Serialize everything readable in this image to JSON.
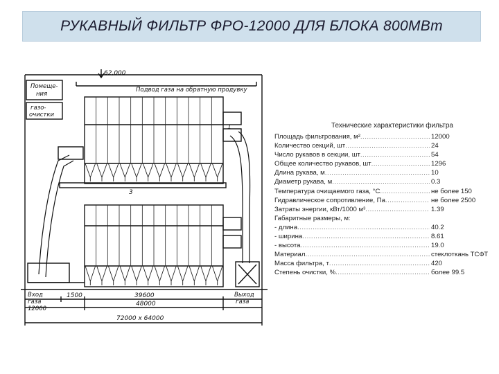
{
  "title": "РУКАВНЫЙ ФИЛЬТР ФРО-12000 ДЛЯ БЛОКА 800МВт",
  "drawing": {
    "elevation": "62,000",
    "label_room_1": "Помеще-",
    "label_room_2": "ния",
    "label_gas_1": "газо-",
    "label_gas_2": "очистки",
    "gas_supply": "Подвод газа на обратную продувку",
    "marker_1": "1",
    "marker_3": "3",
    "inlet_1": "Вход",
    "inlet_2": "газа",
    "inlet_3": "12000",
    "outlet_1": "Выход",
    "outlet_2": "газа",
    "dim_1500": "1500",
    "dim_39600": "39600",
    "dim_48000": "48000",
    "dim_total": "72000 x 64000"
  },
  "specs": {
    "title": "Технические характеристики фильтра",
    "rows": [
      {
        "label": "Площадь фильтрования, м²",
        "value": "12000"
      },
      {
        "label": "Количество секций, шт",
        "value": "24"
      },
      {
        "label": "Число рукавов в секции, шт",
        "value": "54"
      },
      {
        "label": "Общее количество рукавов, шт",
        "value": "1296"
      },
      {
        "label": "Длина рукава, м",
        "value": "10"
      },
      {
        "label": "Диаметр рукава, м",
        "value": "0.3"
      },
      {
        "label": "Температура очищаемого газа, °C",
        "value": "не более 150"
      },
      {
        "label": "Гидравлическое сопротивление, Па",
        "value": "не более 2500"
      },
      {
        "label": "Затраты энергии, кВт/1000 м³",
        "value": "1.39"
      },
      {
        "label": "Габаритные размеры, м:",
        "value": ""
      },
      {
        "label": "  - длина",
        "value": "40.2"
      },
      {
        "label": "  - ширина",
        "value": "8.61"
      },
      {
        "label": "  - высота",
        "value": "19.0"
      },
      {
        "label": "Материал",
        "value": "стеклоткань ТСФТ"
      },
      {
        "label": "Масса фильтра, т",
        "value": "420"
      },
      {
        "label": "Степень очистки, %",
        "value": "более 99.5"
      }
    ]
  }
}
